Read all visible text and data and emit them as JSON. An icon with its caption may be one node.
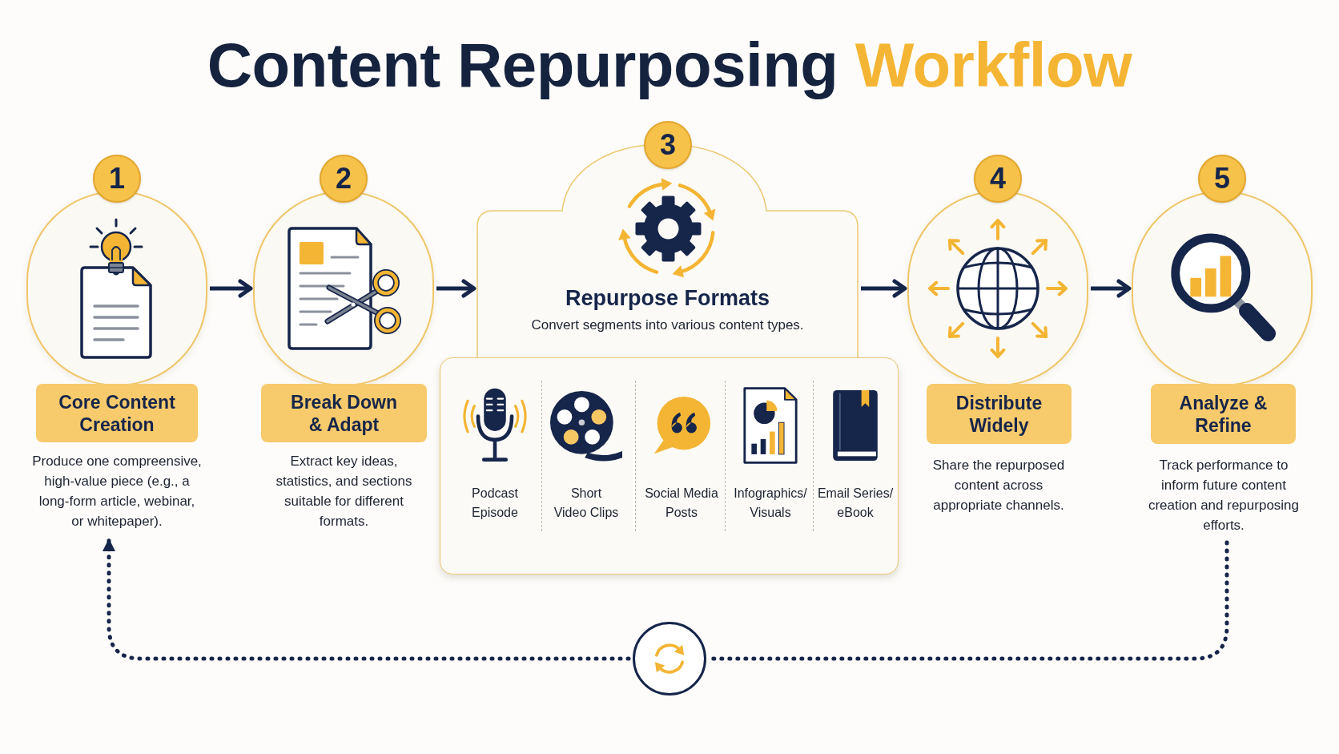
{
  "diagram": {
    "title": "Content Repurposing Workflow",
    "nodes": [
      {
        "text": [
          "1"
        ]
      },
      {
        "text": [],
        "shape": "circle"
      },
      {
        "text": [
          "Core Content Creation"
        ]
      },
      {
        "text": [
          "Produce one compreensive, high-value piece (e.g., a long-form article, webinar, or whitepaper)."
        ]
      },
      {
        "text": [
          "2"
        ]
      },
      {
        "text": [],
        "shape": "circle"
      },
      {
        "text": [
          "Break Down & Adapt"
        ],
        "beside": [
          "Extract key ideas, statistics, and sections suitable for different formats."
        ]
      },
      {
        "text": [
          "3"
        ]
      },
      {
        "text": [
          "Repurpose Formats",
          "Convert segments into various content types."
        ]
      },
      {
        "text": [
          "Podcast Episode",
          "Short Video Clips",
          "Social Media Posts",
          "Infographics/ Visuals",
          "Email Series/ eBook"
        ]
      },
      {
        "text": [
          "4"
        ]
      },
      {
        "text": [],
        "shape": "circle"
      },
      {
        "text": [
          "Distribute Widely"
        ],
        "beside": [
          "Share the repurposed content across appropriate channels."
        ]
      },
      {
        "text": [
          "5"
        ]
      },
      {
        "text": [],
        "shape": "circle"
      },
      {
        "text": [
          "Analyze & Refine"
        ]
      },
      {
        "text": [
          "Track performance to inform future content creation and repurposing efforts."
        ]
      },
      {
        "text": [],
        "shape": "circle"
      }
    ],
    "edges": [
      {
        "from": 1,
        "to": 5,
        "arrow": "to"
      },
      {
        "from": 5,
        "to": 8,
        "arrow": "to"
      },
      {
        "from": 8,
        "to": 11,
        "arrow": "to"
      },
      {
        "from": 11,
        "to": 14,
        "arrow": "to"
      },
      {
        "from": 16,
        "to": 17,
        "arrow": "none",
        "style": "dashed"
      },
      {
        "from": 17,
        "to": 3,
        "arrow": "to",
        "style": "dashed"
      }
    ]
  }
}
